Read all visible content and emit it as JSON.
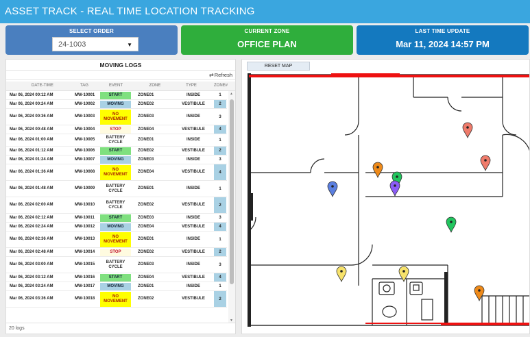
{
  "title": "ASSET TRACK - REAL TIME LOCATION TRACKING",
  "order_card": {
    "title": "SELECT ORDER",
    "selected": "24-1003"
  },
  "zone_card": {
    "title": "CURRENT ZONE",
    "value": "OFFICE PLAN"
  },
  "time_card": {
    "title": "LAST TIME UPDATE",
    "value": "Mar 11, 2024 14:57 PM"
  },
  "logs": {
    "title": "MOVING LOGS",
    "refresh_label": "Refresh",
    "columns": [
      "DATE-TIME",
      "TAG",
      "EVENT",
      "ZONE",
      "TYPE",
      "ZONE#"
    ],
    "rows": [
      {
        "dt": "Mar 06, 2024 00:12 AM",
        "tag": "MW-10001",
        "event": "START",
        "zone": "ZONE01",
        "type": "INSIDE",
        "zn": "1"
      },
      {
        "dt": "Mar 06, 2024 00:24 AM",
        "tag": "MW-10002",
        "event": "MOVING",
        "zone": "ZONE02",
        "type": "VESTIBULE",
        "zn": "2"
      },
      {
        "dt": "Mar 06, 2024 00:36 AM",
        "tag": "MW-10003",
        "event": "NO MOVEMENT",
        "zone": "ZONE03",
        "type": "INSIDE",
        "zn": "3"
      },
      {
        "dt": "Mar 06, 2024 00:48 AM",
        "tag": "MW-10004",
        "event": "STOP",
        "zone": "ZONE04",
        "type": "VESTIBULE",
        "zn": "4"
      },
      {
        "dt": "Mar 06, 2024 01:00 AM",
        "tag": "MW-10005",
        "event": "BATTERY CYCLE",
        "zone": "ZONE01",
        "type": "INSIDE",
        "zn": "1"
      },
      {
        "dt": "Mar 06, 2024 01:12 AM",
        "tag": "MW-10006",
        "event": "START",
        "zone": "ZONE02",
        "type": "VESTIBULE",
        "zn": "2"
      },
      {
        "dt": "Mar 06, 2024 01:24 AM",
        "tag": "MW-10007",
        "event": "MOVING",
        "zone": "ZONE03",
        "type": "INSIDE",
        "zn": "3"
      },
      {
        "dt": "Mar 06, 2024 01:36 AM",
        "tag": "MW-10008",
        "event": "NO MOVEMENT",
        "zone": "ZONE04",
        "type": "VESTIBULE",
        "zn": "4"
      },
      {
        "dt": "Mar 06, 2024 01:48 AM",
        "tag": "MW-10009",
        "event": "BATTERY CYCLE",
        "zone": "ZONE01",
        "type": "INSIDE",
        "zn": "1"
      },
      {
        "dt": "Mar 06, 2024 02:00 AM",
        "tag": "MW-10010",
        "event": "BATTERY CYCLE",
        "zone": "ZONE02",
        "type": "VESTIBULE",
        "zn": "2"
      },
      {
        "dt": "Mar 06, 2024 02:12 AM",
        "tag": "MW-10011",
        "event": "START",
        "zone": "ZONE03",
        "type": "INSIDE",
        "zn": "3"
      },
      {
        "dt": "Mar 06, 2024 02:24 AM",
        "tag": "MW-10012",
        "event": "MOVING",
        "zone": "ZONE04",
        "type": "VESTIBULE",
        "zn": "4"
      },
      {
        "dt": "Mar 06, 2024 02:36 AM",
        "tag": "MW-10013",
        "event": "NO MOVEMENT",
        "zone": "ZONE01",
        "type": "INSIDE",
        "zn": "1"
      },
      {
        "dt": "Mar 06, 2024 02:48 AM",
        "tag": "MW-10014",
        "event": "STOP",
        "zone": "ZONE02",
        "type": "VESTIBULE",
        "zn": "2"
      },
      {
        "dt": "Mar 06, 2024 03:00 AM",
        "tag": "MW-10015",
        "event": "BATTERY CYCLE",
        "zone": "ZONE03",
        "type": "INSIDE",
        "zn": "3"
      },
      {
        "dt": "Mar 06, 2024 03:12 AM",
        "tag": "MW-10016",
        "event": "START",
        "zone": "ZONE04",
        "type": "VESTIBULE",
        "zn": "4"
      },
      {
        "dt": "Mar 06, 2024 03:24 AM",
        "tag": "MW-10017",
        "event": "MOVING",
        "zone": "ZONE01",
        "type": "INSIDE",
        "zn": "1"
      },
      {
        "dt": "Mar 06, 2024 03:36 AM",
        "tag": "MW-10018",
        "event": "NO MOVEMENT",
        "zone": "ZONE02",
        "type": "VESTIBULE",
        "zn": "2"
      }
    ],
    "footer": "20 logs"
  },
  "map": {
    "reset_label": "RESET MAP",
    "markers": [
      {
        "color": "#ef7b6b"
      },
      {
        "color": "#ef7b6b"
      },
      {
        "color": "#ee8a1a"
      },
      {
        "color": "#22c55e"
      },
      {
        "color": "#8b5cf6"
      },
      {
        "color": "#5b7fe0"
      },
      {
        "color": "#22c55e"
      },
      {
        "color": "#f7e26b"
      },
      {
        "color": "#f7e26b"
      },
      {
        "color": "#ee8a1a"
      }
    ]
  },
  "colors": {
    "title_bar": "#3aa6df",
    "order": "#4a7fbf",
    "zone": "#2fae3c",
    "time": "#1479bf"
  }
}
